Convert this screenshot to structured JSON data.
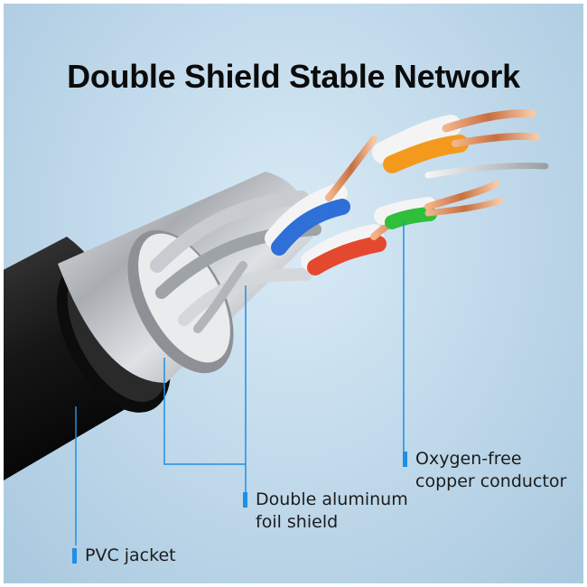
{
  "title": "Double Shield Stable Network",
  "callouts": {
    "conductor": {
      "line1": "Oxygen-free",
      "line2": "copper conductor"
    },
    "foil": {
      "line1": "Double aluminum",
      "line2": "foil shield"
    },
    "jacket": {
      "line1": "PVC jacket"
    }
  },
  "colors": {
    "accent": "#1f8fe6",
    "jacket": "#1a1a1a",
    "foil": "#b8bcc0",
    "copper": "#d88a5c",
    "pair_orange": "#f39a1e",
    "pair_blue": "#2e6fd8",
    "pair_green": "#2fbf3a",
    "pair_red": "#e4492f"
  }
}
